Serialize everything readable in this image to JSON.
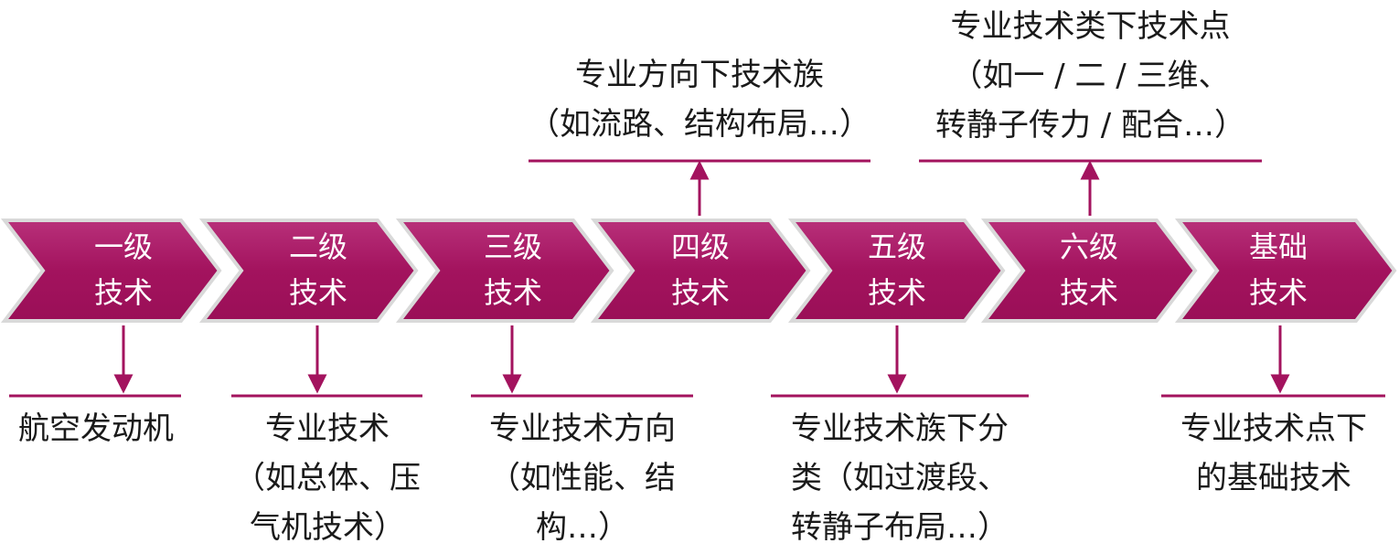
{
  "colors": {
    "accent": "#a3135e",
    "accent_light": "#c24b89",
    "shadow": "#c9c9c9",
    "text": "#1a1a1a"
  },
  "levels": [
    {
      "line1": "一级",
      "line2": "技术"
    },
    {
      "line1": "二级",
      "line2": "技术"
    },
    {
      "line1": "三级",
      "line2": "技术"
    },
    {
      "line1": "四级",
      "line2": "技术"
    },
    {
      "line1": "五级",
      "line2": "技术"
    },
    {
      "line1": "六级",
      "line2": "技术"
    },
    {
      "line1": "基础",
      "line2": "技术"
    }
  ],
  "top_labels": {
    "level4": {
      "lines": [
        "专业方向下技术族",
        "（如流路、结构布局…）"
      ]
    },
    "level6": {
      "lines": [
        "专业技术类下技术点",
        "（如一 / 二 / 三维、",
        "转静子传力 / 配合…）"
      ]
    }
  },
  "bottom_labels": {
    "level1": {
      "lines": [
        "航空发动机"
      ]
    },
    "level2": {
      "lines": [
        "专业技术",
        "（如总体、压",
        "气机技术）"
      ]
    },
    "level3": {
      "lines": [
        "专业技术方向",
        "（如性能、结",
        "构…）"
      ]
    },
    "level5": {
      "lines": [
        "专业技术族下分",
        "类（如过渡段、",
        "转静子布局…）"
      ]
    },
    "level7": {
      "lines": [
        "专业技术点下",
        "的基础技术"
      ]
    }
  }
}
